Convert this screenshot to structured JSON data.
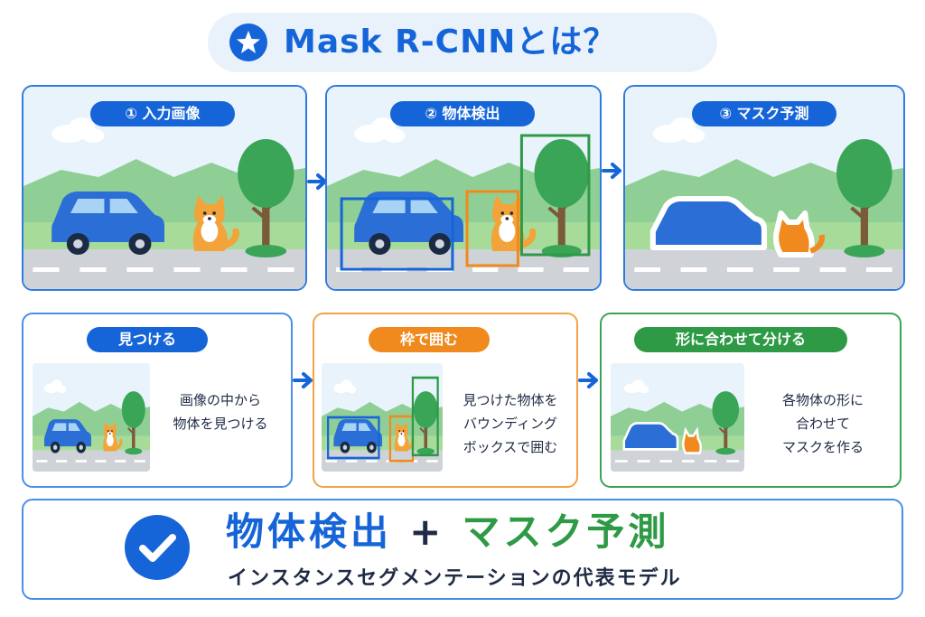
{
  "title": "Mask R-CNNとは？",
  "steps": [
    {
      "label": "① 入力画像"
    },
    {
      "label": "② 物体検出"
    },
    {
      "label": "③ マスク予測"
    }
  ],
  "cards": [
    {
      "label": "見つける",
      "desc_lines": [
        "画像の中から",
        "物体を見つける"
      ]
    },
    {
      "label": "枠で囲む",
      "desc_lines": [
        "見つけた物体を",
        "バウンディング",
        "ボックスで囲む"
      ]
    },
    {
      "label": "形に合わせて分ける",
      "desc_lines": [
        "各物体の形に",
        "合わせて",
        "マスクを作る"
      ]
    }
  ],
  "summary": {
    "part1": "物体検出",
    "plus": "+",
    "part2": "マスク予測",
    "subtitle": "インスタンスセグメンテーションの代表モデル"
  },
  "colors": {
    "blue": "#1565d8",
    "orange": "#f08a1e",
    "green": "#2e9a46",
    "car": "#2b6fd6",
    "dog": "#f2a43a",
    "tree": "#3aa457"
  },
  "icons": [
    "star-icon",
    "arrow-right-icon",
    "check-icon"
  ]
}
